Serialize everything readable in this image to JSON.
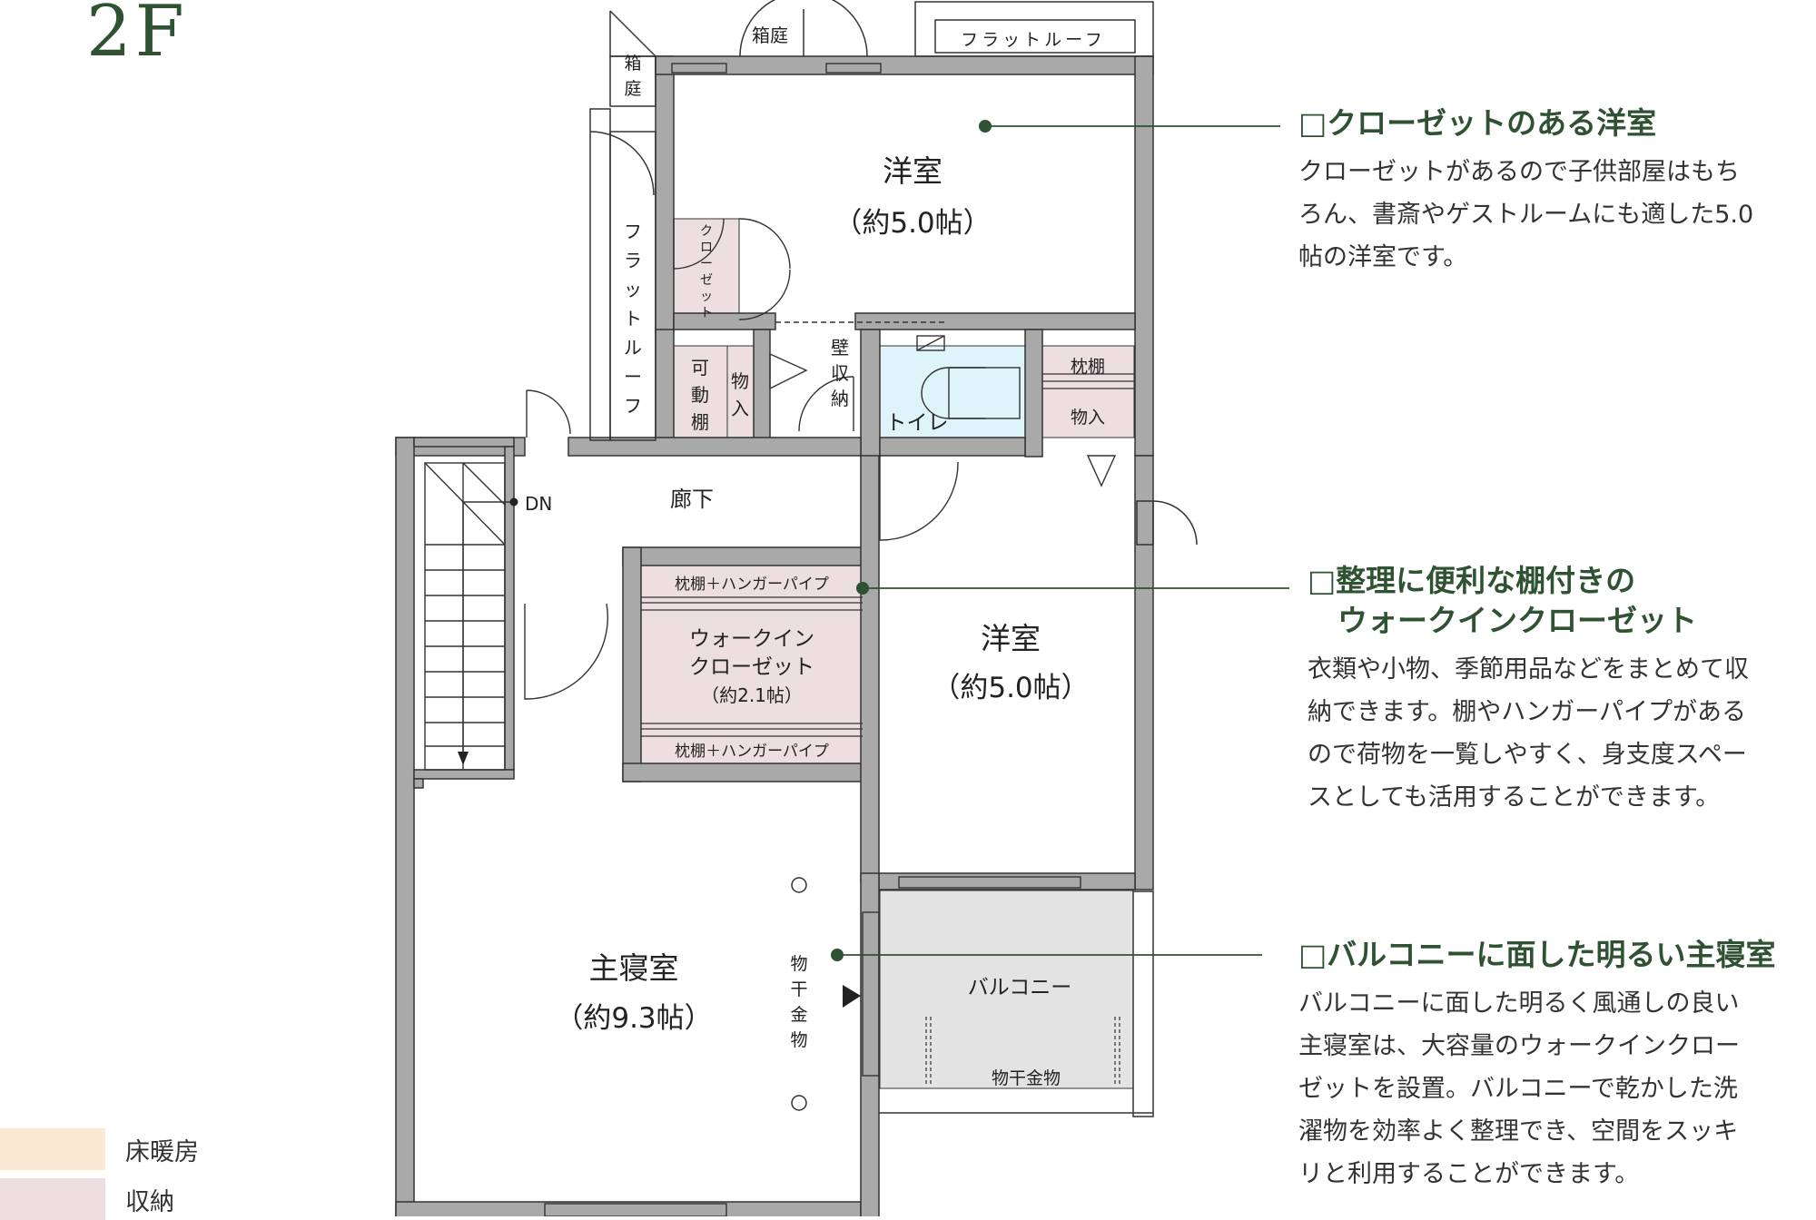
{
  "floor": "2F",
  "legend": [
    {
      "label": "床暖房",
      "color": "#fbe9d3"
    },
    {
      "label": "収納",
      "color": "#eddfe1"
    }
  ],
  "colors": {
    "wall": "#a9a9a9",
    "storage": "#eddfe1",
    "toilet": "#dff3fb",
    "balcony": "#e3e3e3",
    "accent": "#2f5233"
  },
  "rooms": {
    "west_room1": {
      "name": "洋室",
      "size": "（約5.0帖）"
    },
    "west_room2": {
      "name": "洋室",
      "size": "（約5.0帖）"
    },
    "master": {
      "name": "主寝室",
      "size": "（約9.3帖）"
    },
    "wic": {
      "line1": "ウォークイン",
      "line2": "クローゼット",
      "size": "（約2.1帖）"
    },
    "hall": "廊下",
    "toilet": "トイレ",
    "balcony": "バルコニー",
    "dn": "DN"
  },
  "labels": {
    "hakoniwa_top": "箱庭",
    "hakoniwa_left": [
      "箱",
      "庭"
    ],
    "flat_roof_top": "フラットルーフ",
    "flat_roof_vertical": [
      "フ",
      "ラ",
      "ッ",
      "ト",
      "ル",
      "ー",
      "フ"
    ],
    "closet_vertical": [
      "ク",
      "ロ",
      "ー",
      "ゼ",
      "ッ",
      "ト"
    ],
    "movable_shelf": [
      "可",
      "動",
      "棚"
    ],
    "storage_v": [
      "物",
      "入"
    ],
    "wall_storage": [
      "壁",
      "収",
      "納"
    ],
    "pillow_shelf": "枕棚",
    "storage_h": "物入",
    "shelf_pipe": "枕棚＋ハンガーパイプ",
    "drying_v": [
      "物",
      "干",
      "金",
      "物"
    ],
    "drying_h": "物干金物"
  },
  "features": [
    {
      "title": "□クローゼットのある洋室",
      "desc": "クローゼットがあるので子供部屋はもち\nろん、書斎やゲストルームにも適した5.0\n帖の洋室です。"
    },
    {
      "title": "□整理に便利な棚付きの\n　ウォークインクローゼット",
      "desc": "衣類や小物、季節用品などをまとめて収\n納できます。棚やハンガーパイプがある\nので荷物を一覧しやすく、身支度スペー\nスとしても活用することができます。"
    },
    {
      "title": "□バルコニーに面した明るい主寝室",
      "desc": "バルコニーに面した明るく風通しの良い\n主寝室は、大容量のウォークインクロー\nゼットを設置。バルコニーで乾かした洗\n濯物を効率よく整理でき、空間をスッキ\nリと利用することができます。"
    }
  ]
}
